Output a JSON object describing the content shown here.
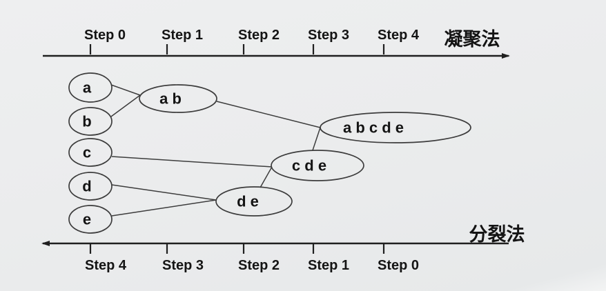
{
  "diagram": {
    "kind": "hierarchical-clustering",
    "top_axis": {
      "method_label": "凝聚法",
      "direction": "right",
      "steps": [
        "Step 0",
        "Step 1",
        "Step 2",
        "Step 3",
        "Step 4"
      ]
    },
    "bottom_axis": {
      "method_label": "分裂法",
      "direction": "left",
      "steps": [
        "Step 4",
        "Step 3",
        "Step 2",
        "Step 1",
        "Step 0"
      ]
    },
    "nodes": [
      {
        "id": "a",
        "label": "a"
      },
      {
        "id": "b",
        "label": "b"
      },
      {
        "id": "c",
        "label": "c"
      },
      {
        "id": "d",
        "label": "d"
      },
      {
        "id": "e",
        "label": "e"
      },
      {
        "id": "ab",
        "label": "a b"
      },
      {
        "id": "de",
        "label": "d e"
      },
      {
        "id": "cde",
        "label": "c d e"
      },
      {
        "id": "abcde",
        "label": "a b c d e"
      }
    ],
    "edges": [
      {
        "from": "a",
        "to": "ab"
      },
      {
        "from": "b",
        "to": "ab"
      },
      {
        "from": "ab",
        "to": "abcde"
      },
      {
        "from": "c",
        "to": "cde"
      },
      {
        "from": "cde",
        "to": "abcde"
      },
      {
        "from": "de",
        "to": "cde"
      },
      {
        "from": "d",
        "to": "de"
      },
      {
        "from": "e",
        "to": "de"
      }
    ],
    "colors": {
      "axis": "#1f1f1f",
      "tick": "#1f1f1f",
      "edge": "#3c3c3c",
      "ellipse_stroke": "#3c3c3c",
      "text": "#141414",
      "background_top": "#eeeff0",
      "background_bottom": "#e7e9ea"
    }
  }
}
